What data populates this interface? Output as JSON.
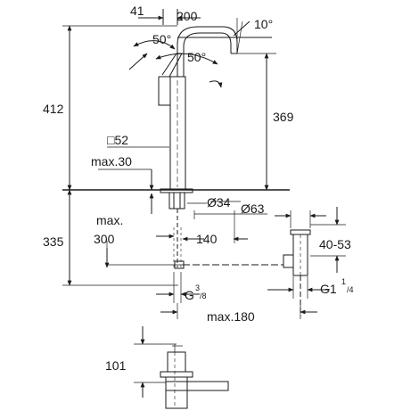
{
  "dimensions": {
    "d41": "41",
    "d200": "200",
    "d10deg": "10°",
    "d50deg_a": "50°",
    "d50deg_b": "50°",
    "d412": "412",
    "d369": "369",
    "d52": "□52",
    "max30": "max.30",
    "d34": "Ø34",
    "d63": "Ø63",
    "max300_line1": "max.",
    "max300_line2": "300",
    "d140": "140",
    "d335": "335",
    "d4053": "40-53",
    "g38_main": "G",
    "g38_sup": "3",
    "g38_sub": "/8",
    "g114_main": "G1",
    "g114_sup": "1",
    "g114_sub": "/4",
    "max180": "max.180",
    "d101": "101"
  },
  "colors": {
    "line": "#1a1a1a",
    "background": "#ffffff"
  }
}
